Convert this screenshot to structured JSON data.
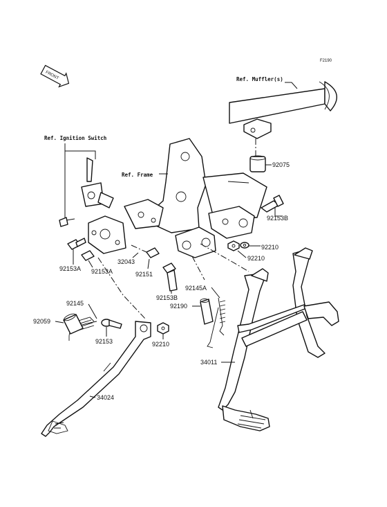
{
  "figure_code": "F2190",
  "front_label": "FRONT",
  "refs": {
    "ignition_switch": "Ref. Ignition Switch",
    "frame": "Ref. Frame",
    "muffler": "Ref. Muffler(s)"
  },
  "parts": {
    "p92075": "92075",
    "p92153B_top": "92153B",
    "p92210_a": "92210",
    "p92210_b": "92210",
    "p92153A_left": "92153A",
    "p92153A_mid": "92153A",
    "p32043": "32043",
    "p92151": "92151",
    "p92153B_mid": "92153B",
    "p92145A": "92145A",
    "p92190": "92190",
    "p92145": "92145",
    "p92059": "92059",
    "p92153": "92153",
    "p92210_c": "92210",
    "p34011": "34011",
    "p34024": "34024"
  }
}
